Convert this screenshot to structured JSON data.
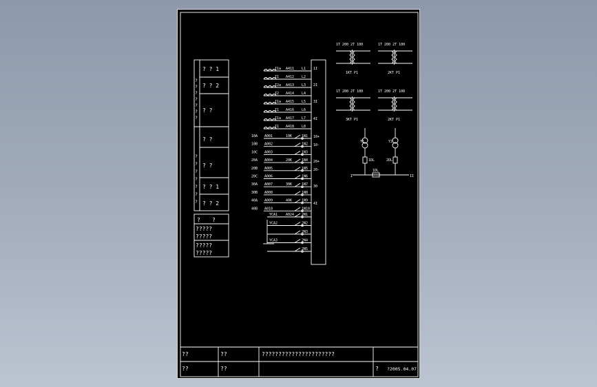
{
  "legend_table": {
    "rows": [
      {
        "a": "?",
        "b": "? ? 1"
      },
      {
        "a": "?",
        "b": "? ? 2"
      },
      {
        "a": "?",
        "b": "?     ?"
      },
      {
        "a": "?",
        "b": "?   ?"
      },
      {
        "a": "?",
        "b": "?   ?"
      },
      {
        "a": "?",
        "b": "? ? 1"
      },
      {
        "a": "?",
        "b": "? ? 2"
      }
    ],
    "left_marks": [
      "?",
      "?",
      "?",
      "?",
      "?",
      "?",
      "?",
      "?",
      "?",
      "?",
      "?",
      "?",
      "?",
      "?"
    ]
  },
  "info_table": {
    "header": [
      "?",
      "?"
    ],
    "rows": [
      "?????",
      "?????",
      "?????",
      "?????"
    ]
  },
  "terminal_block": {
    "groups": [
      "1I",
      "2I",
      "3I",
      "4I",
      "10+",
      "10-",
      "20+",
      "20-",
      "30",
      "4I"
    ],
    "rows": [
      {
        "wire": "",
        "mid": "I1a",
        "tag": "A411",
        "end": "L1"
      },
      {
        "wire": "",
        "mid": "I1",
        "tag": "A412",
        "end": "L2"
      },
      {
        "wire": "",
        "mid": "I2a",
        "tag": "A413",
        "end": "L3"
      },
      {
        "wire": "",
        "mid": "I2",
        "tag": "A414",
        "end": "L4"
      },
      {
        "wire": "",
        "mid": "I1a",
        "tag": "A415",
        "end": "L5"
      },
      {
        "wire": "",
        "mid": "I1",
        "tag": "A416",
        "end": "L6"
      },
      {
        "wire": "",
        "mid": "I1a",
        "tag": "A417",
        "end": "L7"
      },
      {
        "wire": "",
        "mid": "I1",
        "tag": "A418",
        "end": "L8"
      },
      {
        "wire": "10A",
        "mid": "A001",
        "tag": "10K",
        "end": "1N1"
      },
      {
        "wire": "10B",
        "mid": "A002",
        "tag": "",
        "end": "1N2"
      },
      {
        "wire": "10C",
        "mid": "A003",
        "tag": "",
        "end": "1N3"
      },
      {
        "wire": "20A",
        "mid": "A004",
        "tag": "20K",
        "end": "1N4"
      },
      {
        "wire": "20B",
        "mid": "A005",
        "tag": "",
        "end": "1N5"
      },
      {
        "wire": "20C",
        "mid": "A006",
        "tag": "",
        "end": "1N6"
      },
      {
        "wire": "30A",
        "mid": "A007",
        "tag": "30K",
        "end": "1N7"
      },
      {
        "wire": "30B",
        "mid": "A008",
        "tag": "",
        "end": "1N8"
      },
      {
        "wire": "40A",
        "mid": "A009",
        "tag": "40K",
        "end": "1N9"
      },
      {
        "wire": "40B",
        "mid": "A010",
        "tag": "",
        "end": "1N10"
      }
    ],
    "lower_rows": [
      {
        "left": "YCA1",
        "mid": "A024",
        "end": "2N1"
      },
      {
        "left": "YCA2",
        "mid": "",
        "end": "2N2"
      },
      {
        "left": "",
        "mid": "",
        "end": "2N3"
      },
      {
        "left": "YCA3",
        "mid": "",
        "end": "2N4"
      },
      {
        "left": "",
        "mid": "",
        "end": "2N5"
      }
    ]
  },
  "transformers": [
    {
      "top": "1T 200   2T 100",
      "caption": "1KT P1"
    },
    {
      "top": "1T 200   2T 100",
      "caption": "2KT P1"
    },
    {
      "top": "1T 200   2T 100",
      "caption": "3KT P1"
    },
    {
      "top": "1T 200   2T 100",
      "caption": "2KT P1"
    }
  ],
  "circuit": {
    "labels": [
      "Y1",
      "Y2",
      "1DL",
      "2DL",
      "1DL"
    ],
    "line_ends": [
      "I",
      "II"
    ]
  },
  "title_block": {
    "r1c1": "??",
    "r1c2": "??",
    "r1c3": "??????????????????????",
    "r1c4": "",
    "r2c1": "??",
    "r2c2": "??",
    "r2c3": "",
    "r2c4": "?",
    "date": "?2005.04.07"
  }
}
